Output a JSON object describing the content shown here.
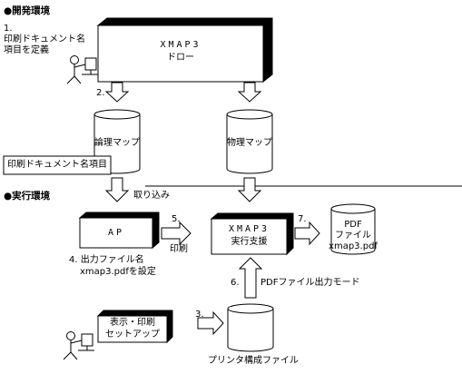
{
  "sections": {
    "development": "●開発環境",
    "execution": "●実行環境"
  },
  "steps": {
    "step1_number": "1.",
    "step1_line1": "印刷ドキュメント名",
    "step1_line2": "項目を定義",
    "step2": "2.",
    "step3": "3.",
    "step4_line1": "4. 出力ファイル名",
    "step4_line2": "xmap3.pdfを設定",
    "step5": "5.",
    "step6": "6.",
    "step7": "7."
  },
  "boxes": {
    "xmap3_draw_title": "XMAP3",
    "xmap3_draw_sub": "ドロー",
    "logical_map": "論理マップ",
    "physical_map": "物理マップ",
    "print_doc_item": "印刷ドキュメント名項目",
    "ap": "AP",
    "xmap3_exec_title": "XMAP3",
    "xmap3_exec_sub": "実行支援",
    "pdf_line1": "PDF",
    "pdf_line2": "ファイル",
    "pdf_line3": "xmap3.pdf",
    "setup_line1": "表示・印刷",
    "setup_line2": "セットアップ",
    "printer_config": "プリンタ構成ファイル"
  },
  "labels": {
    "import": "取り込み",
    "print": "印刷",
    "pdf_output_mode": "PDFファイル出力モード"
  },
  "colors": {
    "line": "#000000",
    "box_fill": "#ffffff",
    "shadow": "#000000"
  }
}
